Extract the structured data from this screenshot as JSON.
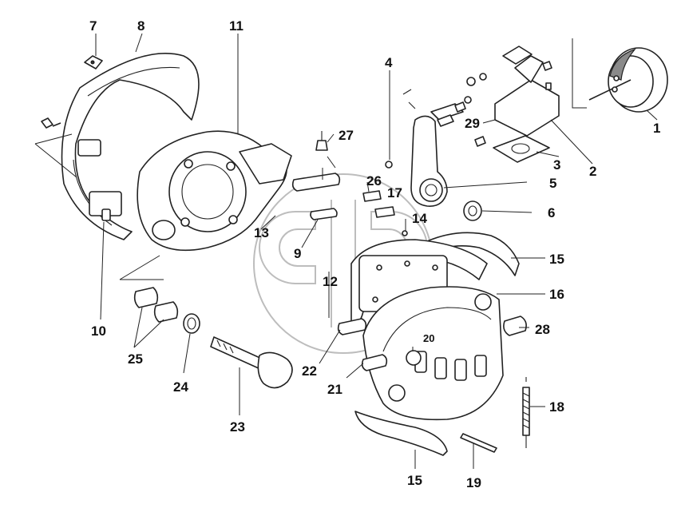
{
  "callouts": [
    {
      "id": "1",
      "label": "1"
    },
    {
      "id": "2",
      "label": "2"
    },
    {
      "id": "3",
      "label": "3"
    },
    {
      "id": "4",
      "label": "4"
    },
    {
      "id": "5",
      "label": "5"
    },
    {
      "id": "6",
      "label": "6"
    },
    {
      "id": "7",
      "label": "7"
    },
    {
      "id": "8",
      "label": "8"
    },
    {
      "id": "9",
      "label": "9"
    },
    {
      "id": "10",
      "label": "10"
    },
    {
      "id": "11",
      "label": "11"
    },
    {
      "id": "12",
      "label": "12"
    },
    {
      "id": "13",
      "label": "13"
    },
    {
      "id": "14",
      "label": "14"
    },
    {
      "id": "15a",
      "label": "15"
    },
    {
      "id": "15b",
      "label": "15"
    },
    {
      "id": "16",
      "label": "16"
    },
    {
      "id": "17",
      "label": "17"
    },
    {
      "id": "18",
      "label": "18"
    },
    {
      "id": "19",
      "label": "19"
    },
    {
      "id": "20",
      "label": "20"
    },
    {
      "id": "21",
      "label": "21"
    },
    {
      "id": "22",
      "label": "22"
    },
    {
      "id": "23",
      "label": "23"
    },
    {
      "id": "24",
      "label": "24"
    },
    {
      "id": "25",
      "label": "25"
    },
    {
      "id": "26",
      "label": "26"
    },
    {
      "id": "27",
      "label": "27"
    },
    {
      "id": "28",
      "label": "28"
    },
    {
      "id": "29",
      "label": "29"
    }
  ]
}
